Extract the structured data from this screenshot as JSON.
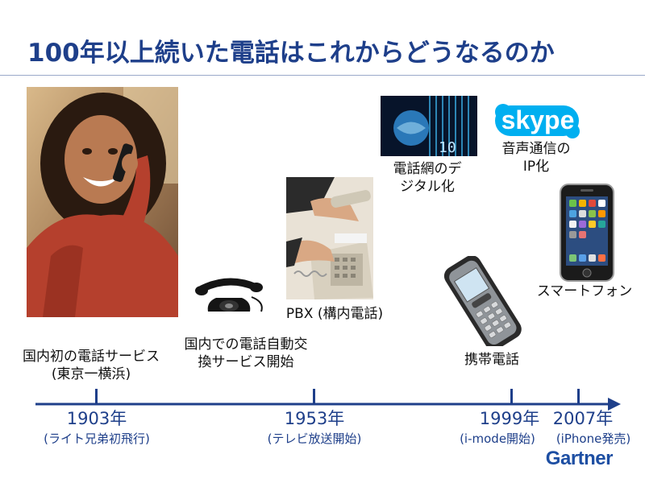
{
  "title": "100年以上続いた電話はこれからどうなるのか",
  "events": {
    "first_service": [
      "国内初の電話サービス",
      "(東京一横浜)"
    ],
    "auto_exchange": [
      "国内での電話自動交",
      "換サービス開始"
    ],
    "pbx": "PBX (構内電話)",
    "digital": [
      "電話網のデ",
      "ジタル化"
    ],
    "voip": [
      "音声通信の",
      "IP化"
    ],
    "mobile": "携帯電話",
    "smartphone": "スマートフォン"
  },
  "timeline": [
    {
      "year": "1903年",
      "note": "(ライト兄弟初飛行)"
    },
    {
      "year": "1953年",
      "note": "(テレビ放送開始)"
    },
    {
      "year": "1999年",
      "note": "(i-mode開始)"
    },
    {
      "year": "2007年",
      "note": "(iPhone発売)"
    }
  ],
  "skype_logo": "skype",
  "brand": "Gartner",
  "colors": {
    "accent": "#1e3f8a",
    "brand": "#1e4fa3",
    "skype": "#00aff0"
  }
}
